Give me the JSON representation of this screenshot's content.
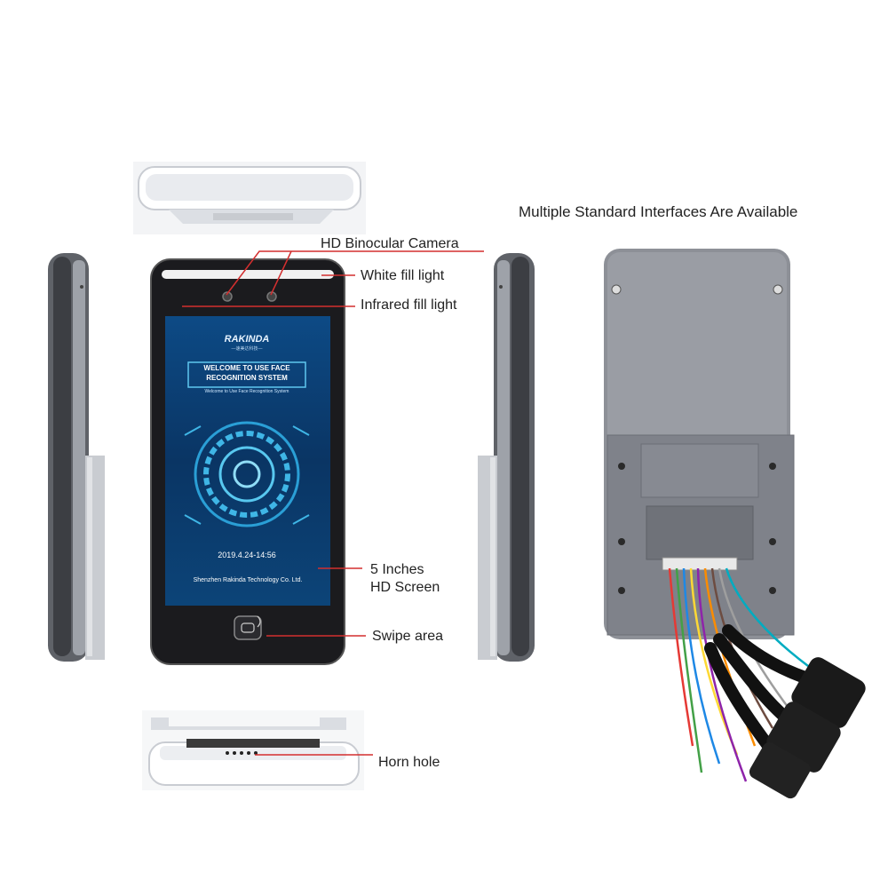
{
  "labels": {
    "hd_binocular_camera": "HD Binocular Camera",
    "white_fill_light": "White fill light",
    "infrared_fill_light": "Infrared fill light",
    "screen_line1": "5 Inches",
    "screen_line2": "HD Screen",
    "swipe_area": "Swipe area",
    "horn_hole": "Horn hole",
    "interfaces_title": "Multiple Standard Interfaces Are Available"
  },
  "screen": {
    "brand": "RAKINDA",
    "brand_sub": "—速美达科技—",
    "welcome_line1": "WELCOME TO USE FACE",
    "welcome_line2": "RECOGNITION SYSTEM",
    "welcome_small": "Welcome to Use Face Recognition System",
    "datetime": "2019.4.24-14:56",
    "company": "Shenzhen Rakinda Technology Co. Ltd."
  },
  "colors": {
    "callout_line": "#d32f2f",
    "device_body": "#1b1b1e",
    "screen_bg": "#0b3a6b",
    "back_panel": "#8d9097"
  }
}
